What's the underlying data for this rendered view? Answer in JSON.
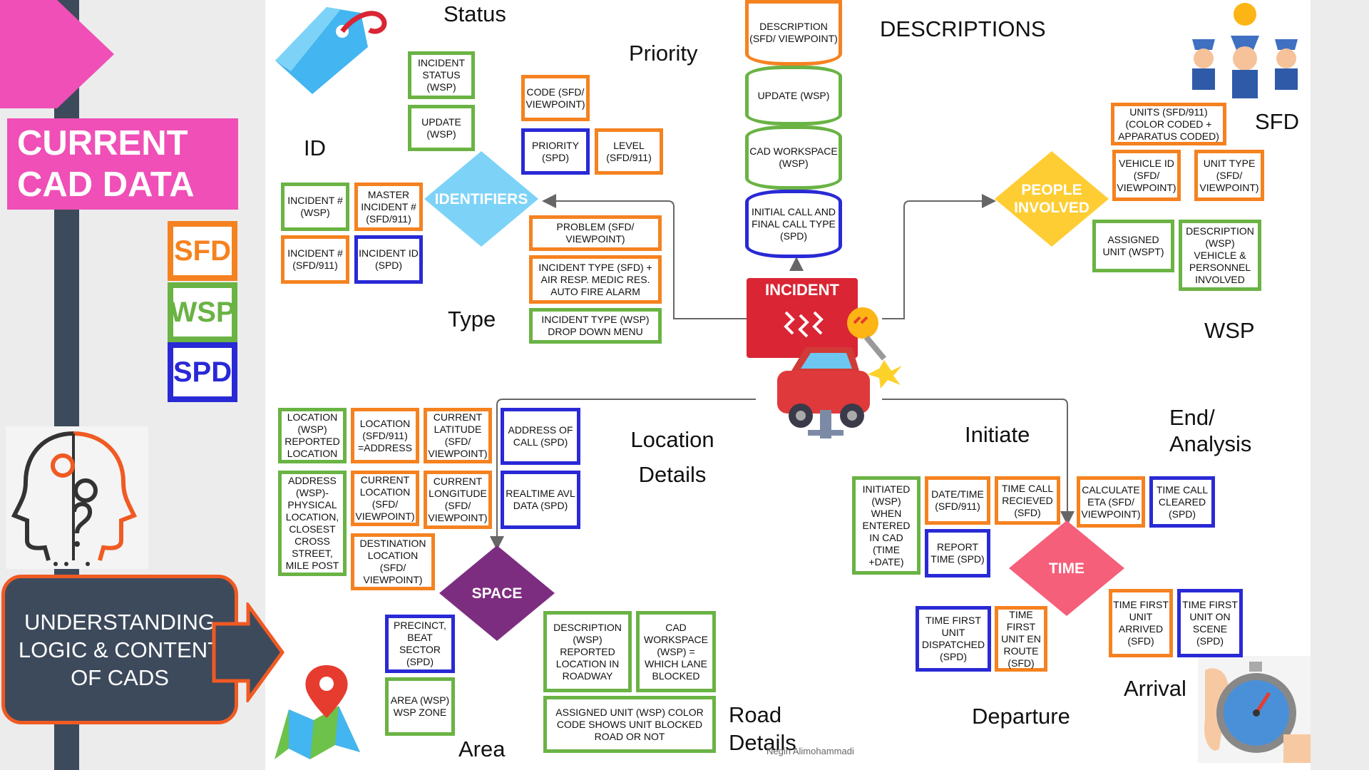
{
  "title": "CURRENT CAD DATA",
  "legend": {
    "sfd": "SFD",
    "wsp": "WSP",
    "spd": "SPD"
  },
  "legend_colors": {
    "sfd": "#f58220",
    "wsp": "#6ab344",
    "spd": "#2929d6"
  },
  "understanding": "UNDERSTANDING LOGIC & CONTENT OF CADS",
  "hubs": {
    "incident": "INCIDENT",
    "identifiers": "IDENTIFIERS",
    "people": "PEOPLE INVOLVED",
    "space": "SPACE",
    "time": "TIME"
  },
  "headers": {
    "status": "Status",
    "priority": "Priority",
    "descriptions": "DESCRIPTIONS",
    "id": "ID",
    "type": "Type",
    "sfd": "SFD",
    "wsp": "WSP",
    "location_details": "Location Details",
    "initiate": "Initiate",
    "end_analysis": "End/ Analysis",
    "arrival": "Arrival",
    "departure": "Departure",
    "area": "Area",
    "road_details": "Road Details"
  },
  "nodes": {
    "incident_status": "INCIDENT STATUS (WSP)",
    "status_update": "UPDATE (WSP)",
    "code": "CODE (SFD/ VIEWPOINT)",
    "priority_spd": "PRIORITY (SPD)",
    "level": "LEVEL (SFD/911)",
    "desc_sfd": "DESCRIPTION (SFD/ VIEWPOINT)",
    "desc_update": "UPDATE (WSP)",
    "cad_workspace": "CAD WORKSPACE (WSP)",
    "initial_final_call": "INITIAL CALL AND FINAL CALL TYPE (SPD)",
    "incident_num_wsp": "INCIDENT # (WSP)",
    "master_incident": "MASTER INCIDENT # (SFD/911)",
    "incident_num_sfd": "INCIDENT # (SFD/911)",
    "incident_id_spd": "INCIDENT ID (SPD)",
    "problem": "PROBLEM (SFD/ VIEWPOINT)",
    "incident_type_sfd": "INCIDENT TYPE (SFD) + AIR RESP. MEDIC RES. AUTO FIRE ALARM",
    "incident_type_wsp": "INCIDENT TYPE (WSP) DROP DOWN MENU",
    "units_sfd": "UNITS (SFD/911) (COLOR CODED + APPARATUS CODED)",
    "vehicle_id": "VEHICLE ID (SFD/ VIEWPOINT)",
    "unit_type": "UNIT TYPE (SFD/ VIEWPOINT)",
    "assigned_unit_wspt": "ASSIGNED UNIT (WSPT)",
    "desc_vehicle": "DESCRIPTION (WSP) VEHICLE & PERSONNEL INVOLVED",
    "location_wsp": "LOCATION (WSP) REPORTED LOCATION",
    "location_sfd": "LOCATION (SFD/911) =ADDRESS",
    "current_lat": "CURRENT LATITUDE (SFD/ VIEWPOINT)",
    "address_call": "ADDRESS OF CALL (SPD)",
    "address_wsp": "ADDRESS (WSP)- PHYSICAL LOCATION, CLOSEST CROSS STREET, MILE POST",
    "current_location": "CURRENT LOCATION (SFD/ VIEWPOINT)",
    "current_long": "CURRENT LONGITUDE (SFD/ VIEWPOINT)",
    "realtime_avl": "REALTIME AVL DATA (SPD)",
    "destination": "DESTINATION LOCATION (SFD/ VIEWPOINT)",
    "precinct": "PRECINCT, BEAT SECTOR (SPD)",
    "area_wsp": "AREA (WSP) WSP ZONE",
    "desc_roadway": "DESCRIPTION (WSP) REPORTED LOCATION IN ROADWAY",
    "cad_lane": "CAD WORKSPACE (WSP) = WHICH LANE BLOCKED",
    "assigned_unit_road": "ASSIGNED UNIT (WSP) COLOR CODE SHOWS UNIT BLOCKED ROAD OR NOT",
    "initiated": "INITIATED (WSP) WHEN ENTERED IN CAD (TIME +DATE)",
    "date_time": "DATE/TIME (SFD/911)",
    "time_received": "TIME CALL RECIEVED (SFD)",
    "report_time": "REPORT TIME (SPD)",
    "calc_eta": "CALCULATE ETA (SFD/ VIEWPOINT)",
    "time_cleared": "TIME CALL CLEARED (SPD)",
    "first_arrived": "TIME FIRST UNIT ARRIVED (SFD)",
    "first_on_scene": "TIME FIRST UNIT ON SCENE (SPD)",
    "first_dispatched": "TIME FIRST UNIT DISPATCHED (SPD)",
    "first_enroute": "TIME FIRST UNIT EN ROUTE (SFD)"
  },
  "credit": "Negin Alimohammadi",
  "icons": [
    "tag-icon",
    "police-officers-icon",
    "thinking-head-icon",
    "map-pin-icon",
    "car-crash-icon",
    "stopwatch-icon",
    "chevron-right-icon",
    "arrow-right-icon"
  ]
}
